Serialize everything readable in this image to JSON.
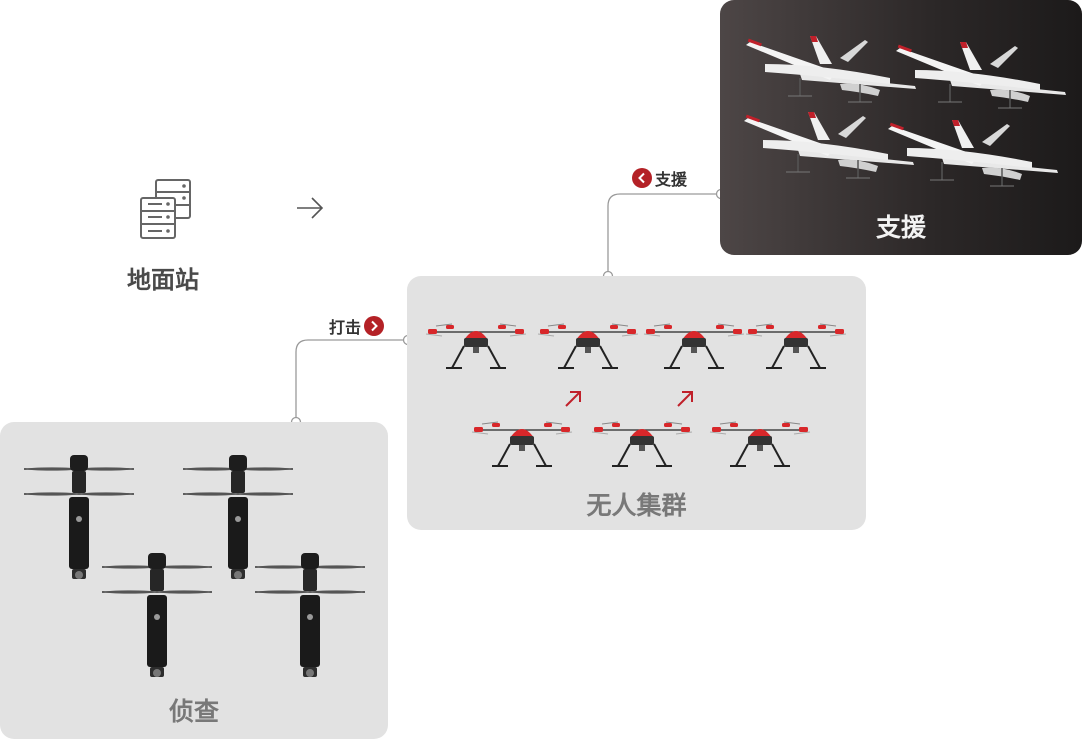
{
  "ground_station": {
    "label": "地面站",
    "icon": "server-rack-icon",
    "arrow_icon": "arrow-right-icon"
  },
  "support": {
    "label": "支援",
    "tag_label": "支援",
    "tag_icon": "chevron-left-icon"
  },
  "strike": {
    "tag_label": "打击",
    "tag_icon": "chevron-right-icon"
  },
  "cluster": {
    "label": "无人集群"
  },
  "recon": {
    "label": "侦查"
  },
  "colors": {
    "accent": "#b42126",
    "panel_light": "#e2e2e2",
    "panel_dark": "#2b2727",
    "connector": "#9a9a9a"
  }
}
